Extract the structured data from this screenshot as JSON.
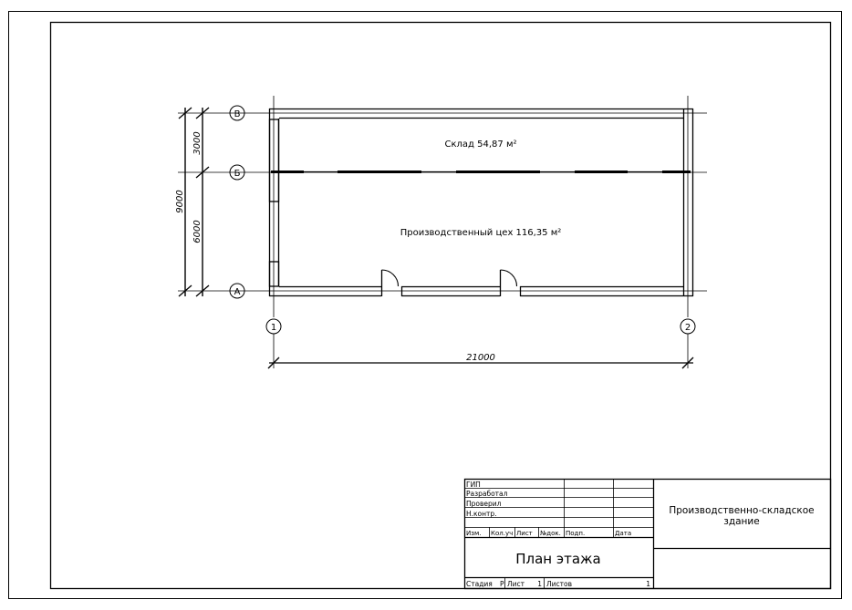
{
  "axes": {
    "rows": [
      "В",
      "Б",
      "А"
    ],
    "cols": [
      "1",
      "2"
    ]
  },
  "dimensions": {
    "total_height": "9000",
    "span_top": "3000",
    "span_bottom": "6000",
    "total_width": "21000"
  },
  "rooms": {
    "warehouse": "Склад 54,87 м²",
    "workshop": "Производственный цех 116,35 м²"
  },
  "title_block": {
    "roles": [
      "ГИП",
      "Разработал",
      "Проверил",
      "Н.контр."
    ],
    "headers": [
      "Изм.",
      "Кол.уч",
      "Лист",
      "№док.",
      "Подп.",
      "Дата"
    ],
    "project": "Производственно-складское здание",
    "sheet_title": "План этажа",
    "stage_label": "Стадия",
    "stage_value": "Р",
    "sheet_label": "Лист",
    "sheet_value": "1",
    "sheets_label": "Листов",
    "sheets_value": "1"
  }
}
